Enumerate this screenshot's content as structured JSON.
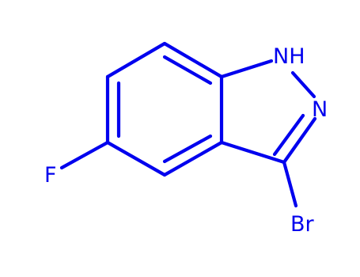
{
  "molecule": {
    "colors": {
      "bond": "#0000ee",
      "label": "#0000ee",
      "background": "#ffffff"
    },
    "atoms": {
      "nh": "NH",
      "n": "N",
      "f": "F",
      "br": "Br"
    }
  }
}
